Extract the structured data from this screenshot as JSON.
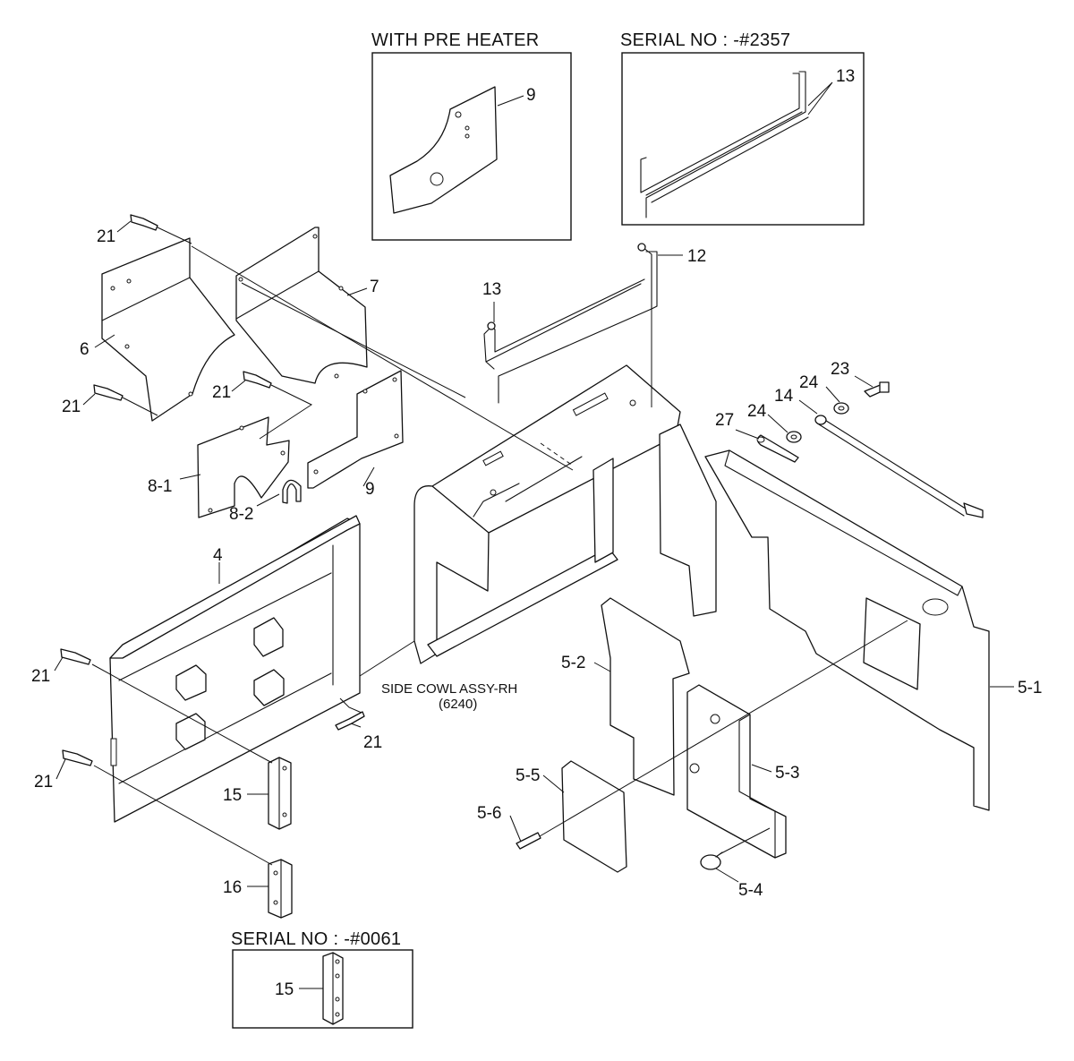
{
  "insets": {
    "pre_heater": {
      "title": "WITH PRE HEATER",
      "part": "9"
    },
    "serial_2357": {
      "title": "SERIAL NO : -#2357",
      "part": "13"
    },
    "serial_0061": {
      "title": "SERIAL NO : -#0061",
      "part": "15"
    }
  },
  "reference": {
    "name": "SIDE COWL ASSY-RH",
    "code": "(6240)"
  },
  "callouts": {
    "p21a": "21",
    "p21b": "21",
    "p21c": "21",
    "p21d": "21",
    "p21e": "21",
    "p21f": "21",
    "p6": "6",
    "p7": "7",
    "p8_1": "8-1",
    "p8_2": "8-2",
    "p9": "9",
    "p4": "4",
    "p15": "15",
    "p16": "16",
    "p13": "13",
    "p12": "12",
    "p23": "23",
    "p24a": "24",
    "p24b": "24",
    "p14": "14",
    "p27": "27",
    "p5_1": "5-1",
    "p5_2": "5-2",
    "p5_3": "5-3",
    "p5_4": "5-4",
    "p5_5": "5-5",
    "p5_6": "5-6"
  }
}
